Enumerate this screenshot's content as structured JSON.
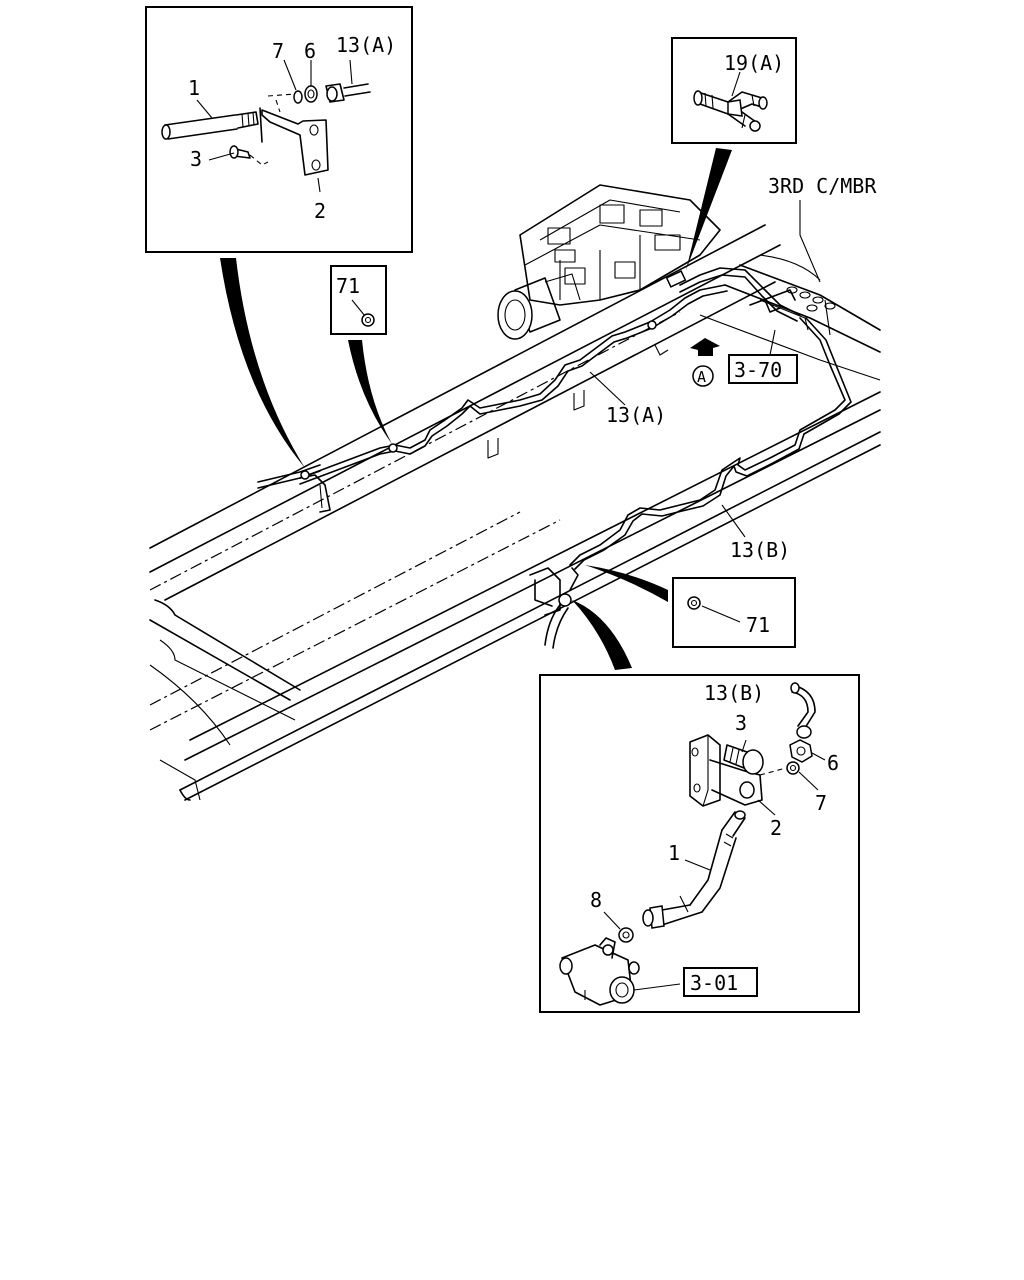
{
  "detail_top_left": {
    "labels": {
      "item1": "1",
      "item2": "2",
      "item3": "3",
      "item6": "6",
      "item7": "7",
      "item13a": "13(A)"
    }
  },
  "detail_top_right": {
    "labels": {
      "item19a": "19(A)"
    }
  },
  "small_box_71_top": {
    "label": "71"
  },
  "small_box_71_mid": {
    "label": "71"
  },
  "detail_bottom": {
    "labels": {
      "item13b": "13(B)",
      "item3": "3",
      "item6": "6",
      "item7": "7",
      "item2": "2",
      "item1": "1",
      "item8": "8"
    },
    "ref_box": "3-01"
  },
  "main": {
    "crossmember_label": "3RD C/MBR",
    "ref_box": "3-70",
    "view_marker": "A",
    "pipe_a_label": "13(A)",
    "pipe_b_label": "13(B)"
  }
}
